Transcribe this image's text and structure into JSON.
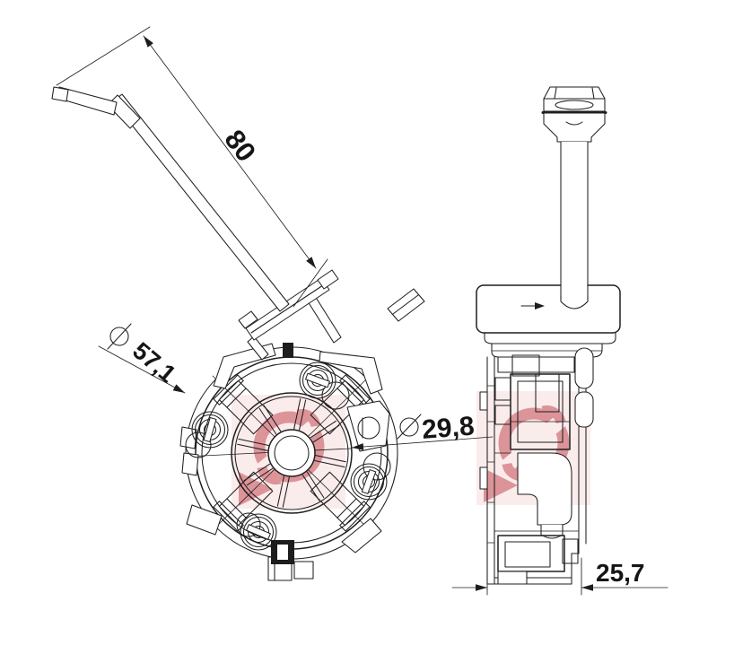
{
  "drawing": {
    "kind": "technical-drawing-2-views",
    "views": {
      "front": "front-view",
      "side": "side-view"
    },
    "dimensions": {
      "lever_length": {
        "value": "80",
        "orientation": "diagonal"
      },
      "outer_diameter": {
        "symbol": "⌀",
        "value": "57,1"
      },
      "bore_diameter": {
        "symbol": "⌀",
        "value": "29,8"
      },
      "depth": {
        "value": "25,7"
      }
    },
    "colors": {
      "line": "#1f1f1f",
      "background": "#ffffff",
      "watermark_tile": "#fbecec",
      "watermark_logo": "#dc9499"
    }
  }
}
